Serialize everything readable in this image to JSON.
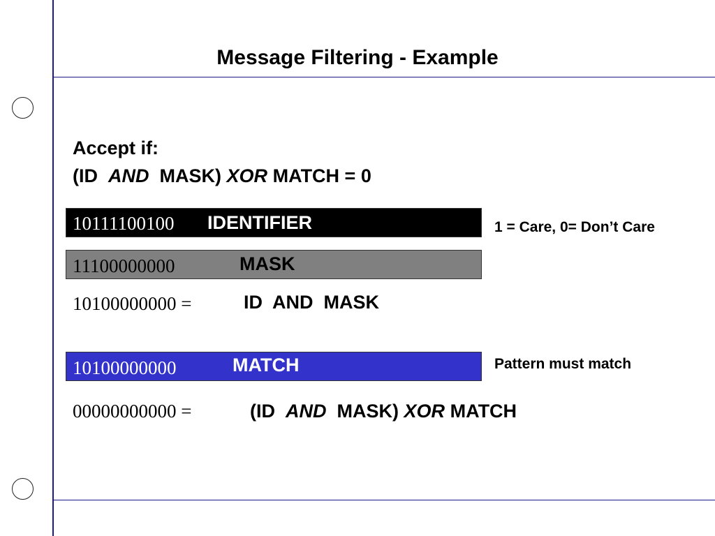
{
  "title": "Message Filtering - Example",
  "rule": {
    "line1": "Accept if:",
    "line2_part1": "(ID",
    "line2_and": "AND",
    "line2_part2": "MASK)",
    "line2_xor": "XOR",
    "line2_part3": "MATCH = 0"
  },
  "rows": {
    "identifier": {
      "bits": "10111100100",
      "label": "IDENTIFIER",
      "bg": "#000000"
    },
    "mask": {
      "bits": "11100000000",
      "label": "MASK",
      "bg": "#808080"
    },
    "id_and_mask": {
      "bits": "10100000000 =",
      "label": "ID  AND  MASK"
    },
    "match": {
      "bits": "10100000000",
      "label": "MATCH",
      "bg": "#3333cc"
    },
    "result": {
      "bits": "00000000000 =",
      "label_part1": "(ID",
      "label_and": "AND",
      "label_part2": "MASK)",
      "label_xor": "XOR",
      "label_part3": "MATCH"
    }
  },
  "notes": {
    "care": "1 = Care, 0= Don’t Care",
    "pattern": "Pattern must match"
  },
  "colors": {
    "rule_lines": "#1a1a8c"
  }
}
